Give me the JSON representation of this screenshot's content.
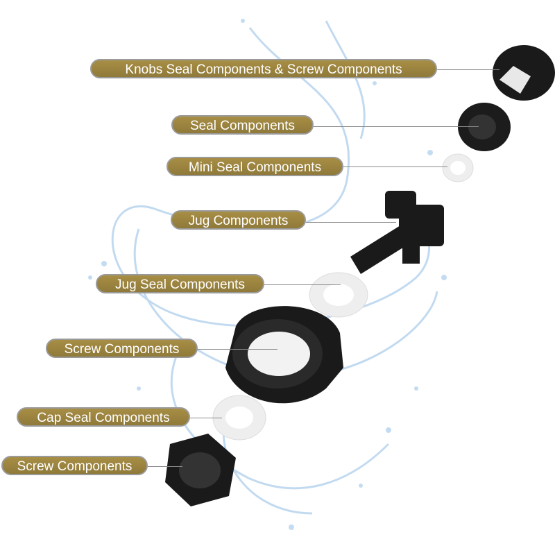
{
  "labels": [
    "Knobs Seal Components & Screw Components",
    "Seal Components",
    "Mini Seal Components",
    "Jug Components",
    "Jug Seal Components",
    "Screw Components",
    "Cap Seal Components",
    "Screw Components"
  ],
  "colors": {
    "label_fill": "#9c8540",
    "label_border": "#9a9a9a",
    "water": "#9cc3e6",
    "part": "#1a1a1a",
    "seal": "#eeeeee"
  }
}
